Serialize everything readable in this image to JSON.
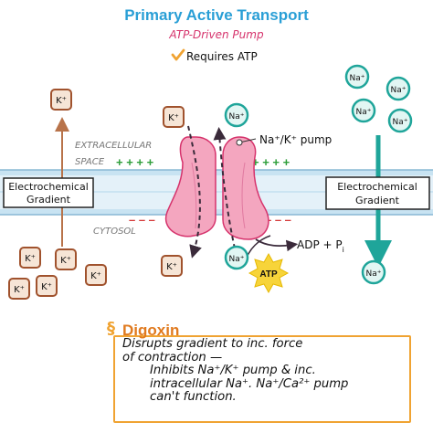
{
  "header": {
    "title": "Primary Active Transport",
    "subtitle": "ATP-Driven Pump",
    "requirement": "Requires ATP"
  },
  "labels": {
    "extracellular_line1": "EXTRACELLULAR",
    "extracellular_line2": "SPACE",
    "cytosol": "CYTOSOL",
    "pump": "Na⁺/K⁺ pump",
    "adp": "ADP + P",
    "adp_sub": "i",
    "atp": "ATP",
    "gradient_left_line1": "Electrochemical",
    "gradient_left_line2": "Gradient",
    "gradient_right_line1": "Electrochemical",
    "gradient_right_line2": "Gradient",
    "plus_signs": "+ + + +",
    "minus_signs": "– – –"
  },
  "ions": {
    "potassium": "K⁺",
    "sodium": "Na⁺"
  },
  "digoxin": {
    "title": "Digoxin",
    "line1": "Disrupts gradient to inc. force",
    "line2": "of contraction —",
    "line3": "Inhibits Na⁺/K⁺ pump & inc.",
    "line4": "intracellular Na⁺. Na⁺/Ca²⁺ pump",
    "line5": "can't function."
  },
  "colors": {
    "title": "#2a9fd6",
    "subtitle": "#d6336c",
    "check": "#f0a332",
    "plus": "#2e9e3a",
    "minus": "#d63a3a",
    "potassium": "#a0522d",
    "sodium": "#1fa59a",
    "pump": "#f4a6bf",
    "atp": "#f7d43a",
    "membrane": "#c8e3f2",
    "digoxin": "#f0a332"
  }
}
